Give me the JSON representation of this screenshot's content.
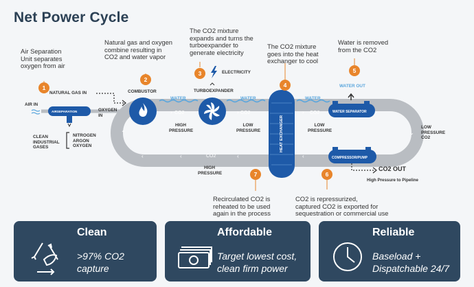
{
  "title": "Net Power Cycle",
  "steps": [
    {
      "num": "1",
      "text_lines": [
        "Air Separation",
        "Unit separates",
        "oxygen from air"
      ]
    },
    {
      "num": "2",
      "text_lines": [
        "Natural gas and oxygen",
        "combine resulting in",
        "CO2 and water vapor"
      ]
    },
    {
      "num": "3",
      "text_lines": [
        "The CO2 mixture",
        "expands and turns the",
        "turboexpander to",
        "generate electricity"
      ]
    },
    {
      "num": "4",
      "text_lines": [
        "The CO2 mixture",
        "goes into the heat",
        "exchanger to cool"
      ]
    },
    {
      "num": "5",
      "text_lines": [
        "Water is removed",
        "from the CO2"
      ]
    },
    {
      "num": "6",
      "text_lines": [
        "CO2 is repressurized,",
        "captured CO2 is exported for",
        "sequestration or commercial use"
      ]
    },
    {
      "num": "7",
      "text_lines": [
        "Recirculated CO2 is",
        "reheated to be used",
        "again in the process"
      ]
    }
  ],
  "labels": {
    "natural_gas_in": "NATURAL GAS IN",
    "air_in": "AIR IN",
    "air_separation": "AIRSEPARATION",
    "oxygen_in": "OXYGEN IN",
    "clean_gases": "CLEAN INDUSTRIAL GASES",
    "gas_products": [
      "NITROGEN",
      "ARGON",
      "OXYGEN"
    ],
    "combustor": "COMBUSTOR",
    "electricity": "ELECTRICITY",
    "turboexpander": "TURBOEXPANDER",
    "water": "WATER",
    "co2": "CO2",
    "high_pressure": "HIGH PRESSURE",
    "low_pressure": "LOW PRESSURE",
    "low_pressure_co2": "LOW PRESSURE CO2",
    "heat_exchanger": "HEAT EXCHANGER",
    "water_out": "WATER OUT",
    "water_separator": "WATER SEPARATOR",
    "compressor_pump": "COMPRESSOR/PUMP",
    "co2_out": "CO2 OUT",
    "high_pressure_to_pipeline": "High Pressure to Pipeline"
  },
  "cards": [
    {
      "heading": "Clean",
      "text_lines": [
        ">97% CO2",
        "capture"
      ],
      "icon": "recycle-leaf-icon"
    },
    {
      "heading": "Affordable",
      "text_lines": [
        "Target lowest cost,",
        "clean firm power"
      ],
      "icon": "cash-icon"
    },
    {
      "heading": "Reliable",
      "text_lines": [
        "Baseload +",
        "Dispatchable 24/7"
      ],
      "icon": "clock-icon"
    }
  ],
  "colors": {
    "title": "#2c4155",
    "accent_orange": "#e8852b",
    "equipment_blue": "#1e5aa8",
    "pipe_gray": "#b8bcc1",
    "water_blue": "#5aa6dd",
    "card_bg": "#2f4860"
  }
}
